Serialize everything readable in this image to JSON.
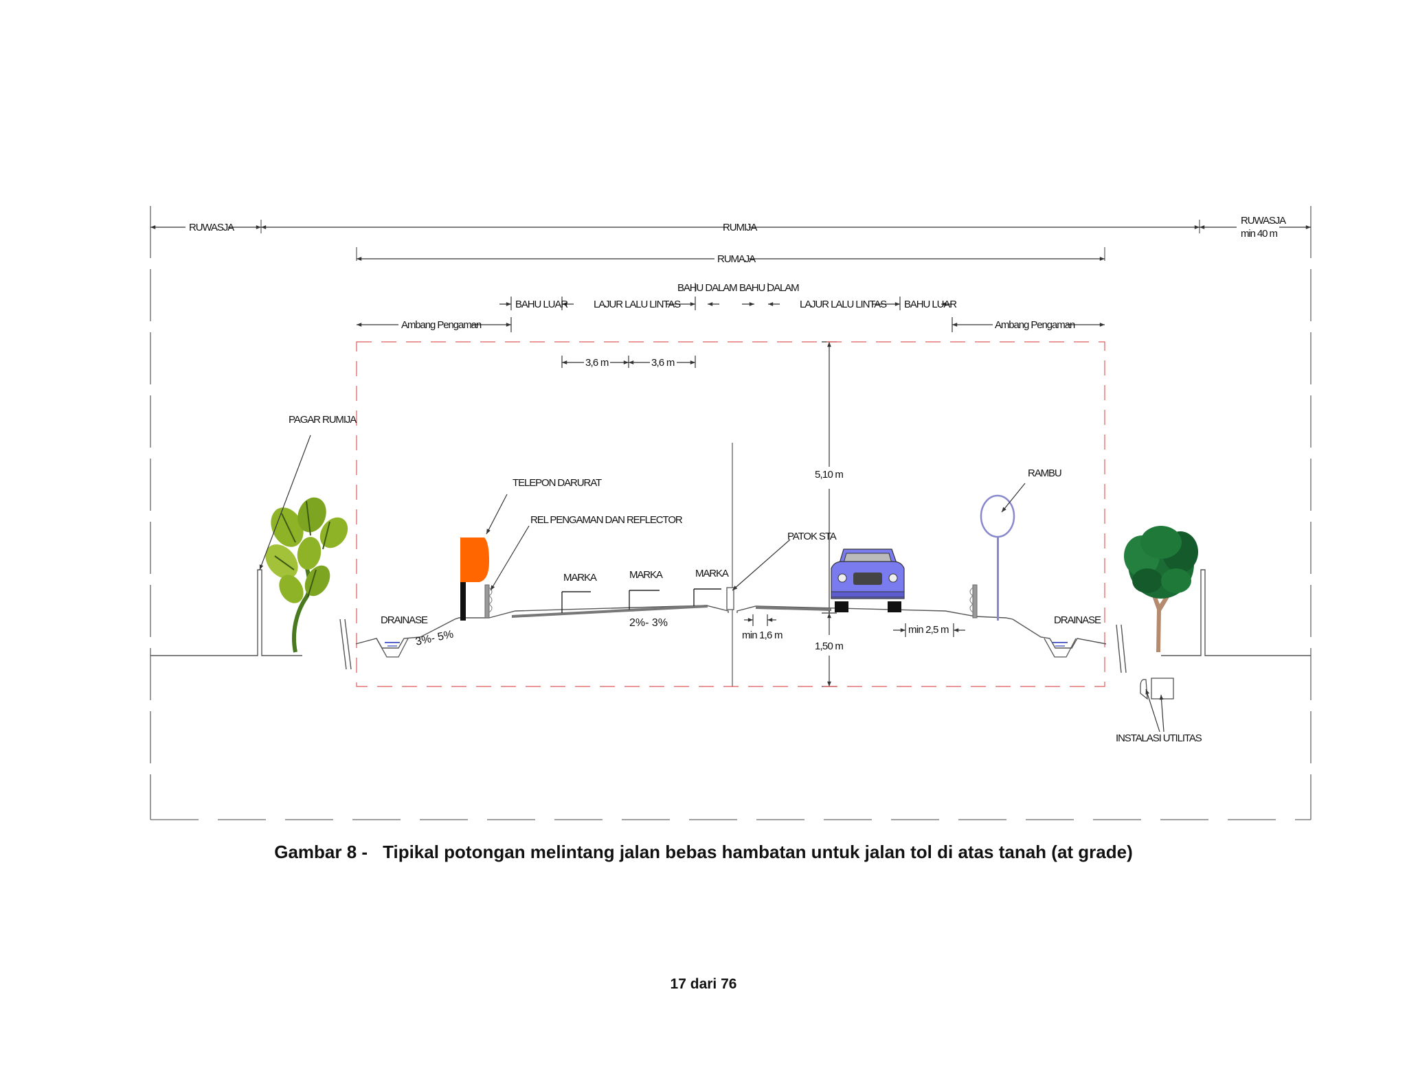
{
  "diagram": {
    "labels": {
      "ruwasja_left": "RUWASJA",
      "rumija": "RUMIJA",
      "ruwasja_right": "RUWASJA",
      "ruwasja_right_min": "min 40 m",
      "rumaja": "RUMAJA",
      "bahu_luar_left": "BAHU LUAR",
      "lajur_left": "LAJUR LALU LINTAS",
      "bahu_dalam_left": "BAHU DALAM",
      "bahu_dalam_right": "BAHU DALAM",
      "lajur_right": "LAJUR LALU LINTAS",
      "bahu_luar_right": "BAHU LUAR",
      "ambang_left": "Ambang Pengaman",
      "ambang_right": "Ambang Pengaman",
      "lane_width_1": "3,6 m",
      "lane_width_2": "3,6 m",
      "pagar_rumija": "PAGAR RUMIJA",
      "telepon_darurat": "TELEPON DARURAT",
      "rel_pengaman": "REL PENGAMAN DAN REFLECTOR",
      "marka_1": "MARKA",
      "marka_2": "MARKA",
      "marka_3": "MARKA",
      "patok_sta": "PATOK STA",
      "rambu": "RAMBU",
      "clearance_height": "5,10 m",
      "clearance_depth": "1,50 m",
      "drainase_left": "DRAINASE",
      "drainase_right": "DRAINASE",
      "slope_shoulder": "3%- 5%",
      "slope_lane": "2%- 3%",
      "min_median": "min 1,6 m",
      "min_shoulder": "min 2,5 m",
      "instalasi_utilitas": "INSTALASI UTILITAS"
    },
    "colors": {
      "line": "#555555",
      "clearance_box": "#e05a5a",
      "telephone": "#ff6600",
      "car_body": "#7b7bf0",
      "sign": "#8888cc",
      "plant_leaf": "#8fb327",
      "tree_crown": "#1a6b34",
      "tree_trunk": "#b58b6f"
    }
  },
  "caption": {
    "number": "Gambar 8 -",
    "text": "Tipikal potongan melintang jalan bebas hambatan untuk jalan tol di atas tanah (at grade)"
  },
  "footer": {
    "page": "17 dari 76"
  }
}
